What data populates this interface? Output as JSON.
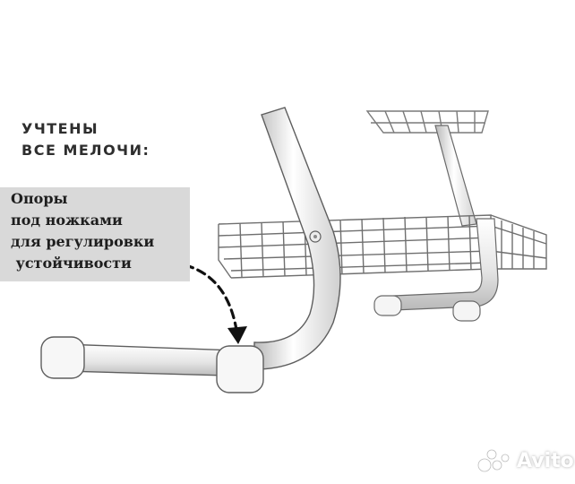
{
  "heading": {
    "line1": "УЧТЕНЫ",
    "line2": "ВСЕ МЕЛОЧИ:"
  },
  "note": {
    "line1": "Опоры",
    "line2": "под ножками",
    "line3": "для регулировки",
    "line4": " устойчивости"
  },
  "watermark": {
    "text": "Avito"
  },
  "colors": {
    "frame": "#f2f2f2",
    "outline": "#555555",
    "box": "#d9d9d9",
    "text": "#1e1e1e"
  },
  "icons": {
    "pointer": "dashed-arrow-icon",
    "watermark": "avito-logo-icon"
  }
}
